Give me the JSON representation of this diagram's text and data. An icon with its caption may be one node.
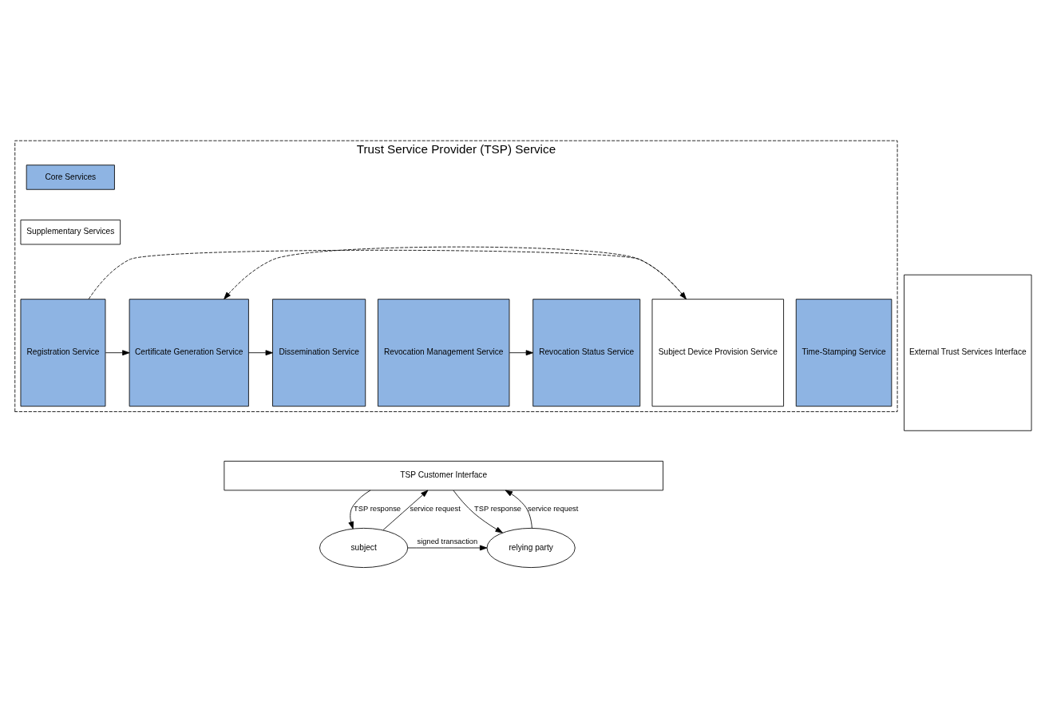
{
  "diagram": {
    "nodes": [
      {
        "text": [
          "Trust Service Provider (TSP) Service"
        ]
      },
      {
        "text": [
          "Registration Service"
        ],
        "in": 0
      },
      {
        "text": [
          "Certificate Generation Service"
        ],
        "in": 0
      },
      {
        "text": [
          "Dissemination Service"
        ],
        "in": 0
      },
      {
        "text": [
          "Revocation Management Service"
        ],
        "in": 0
      },
      {
        "text": [
          "Revocation Status Service"
        ],
        "in": 0
      },
      {
        "text": [
          "Subject Device Provision Service"
        ],
        "in": 0
      },
      {
        "text": [
          "Time-Stamping Service"
        ],
        "in": 0
      },
      {
        "text": [
          "TSP Customer Interface"
        ]
      },
      {
        "text": [
          "External Trust Services Interface"
        ]
      },
      {
        "text": [
          "subject"
        ]
      },
      {
        "text": [
          "relying party"
        ]
      }
    ],
    "edges": [
      {
        "from": 1,
        "to": 2,
        "arrow": "to"
      },
      {
        "from": 2,
        "to": 3,
        "arrow": "to"
      },
      {
        "from": 4,
        "to": 5,
        "arrow": "to"
      },
      {
        "from": 1,
        "to": 6,
        "arrow": "to",
        "style": "dashed"
      },
      {
        "from": 6,
        "to": 2,
        "arrow": "to",
        "style": "dashed"
      },
      {
        "from": 10,
        "to": 8,
        "arrow": "to",
        "label": "service request"
      },
      {
        "from": 8,
        "to": 10,
        "arrow": "to",
        "label": "TSP response"
      },
      {
        "from": 11,
        "to": 8,
        "arrow": "to",
        "label": "service request"
      },
      {
        "from": 8,
        "to": 11,
        "arrow": "to",
        "label": "TSP response"
      },
      {
        "from": 10,
        "to": 11,
        "arrow": "to",
        "label": "signed transaction"
      }
    ],
    "legend": [
      {
        "text": "Core Services",
        "color": "#8eb4e3"
      },
      {
        "text": "Supplementary Services",
        "color": "#ffffff"
      }
    ]
  }
}
